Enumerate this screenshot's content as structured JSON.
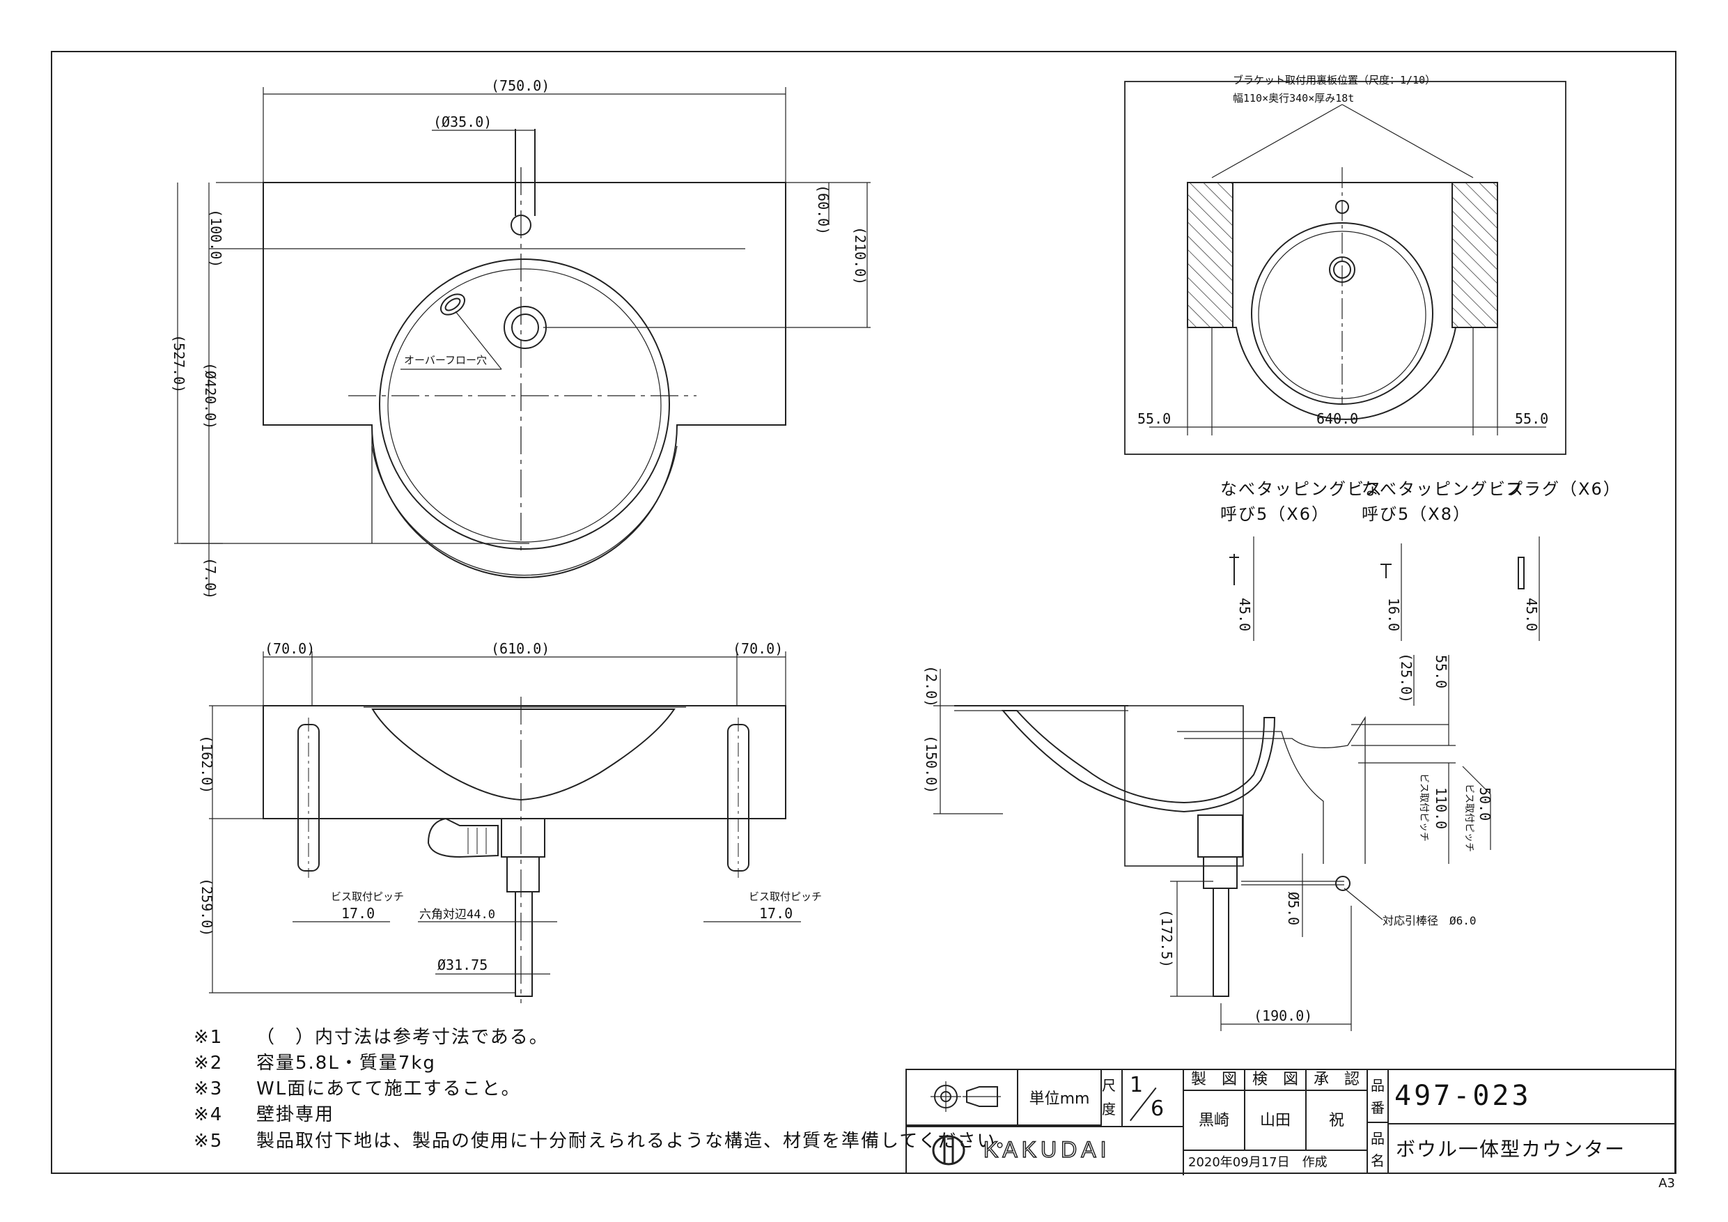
{
  "dimensions": {
    "top_width": "(750.0)",
    "faucet_hole": "(Ø35.0)",
    "depth_100": "(100.0)",
    "depth_60": "(60.0)",
    "depth_210": "(210.0)",
    "total_527": "(527.0)",
    "bowl_dia": "(Ø420.0)",
    "lip_7": "(7.0)",
    "overflow_label": "オーバーフロー穴",
    "side_70_left": "(70.0)",
    "side_610": "(610.0)",
    "side_70_right": "(70.0)",
    "h_162": "(162.0)",
    "h_259": "(259.0)",
    "pitch_label_left": "ビス取付ピッチ",
    "pitch_left": "17.0",
    "pitch_label_right": "ビス取付ピッチ",
    "pitch_right": "17.0",
    "hex_label": "六角対辺44.0",
    "drain_dia": "Ø31.75",
    "sec_2": "(2.0)",
    "sec_150": "(150.0)",
    "sec_25": "(25.0)",
    "sec_55": "55.0",
    "sec_110_label": "ビス取付ピッチ",
    "sec_110": "110.0",
    "sec_50_label": "ビス取付ピッチ",
    "sec_50": "50.0",
    "sec_172": "(172.5)",
    "sec_5": "Ø5.0",
    "sec_190": "(190.0)",
    "rod_label": "対応引棒径　Ø6.0",
    "bracket_title": "ブラケット取付用裏板位置（尺度：1/10）",
    "bracket_size": "幅110×奥行340×厚み18t",
    "br_55_left": "55.0",
    "br_640": "640.0",
    "br_55_right": "55.0",
    "screw_45": "45.0",
    "screw_16": "16.0",
    "plug_45": "45.0"
  },
  "parts": {
    "p1_line1": "なべタッピングビス",
    "p1_line2": "呼び5（X6）",
    "p2_line1": "なべタッピングビス",
    "p2_line2": "呼び5（X8）",
    "p3_line1": "プラグ（X6）"
  },
  "notes": [
    {
      "mark": "※1",
      "text": "（　）内寸法は参考寸法である。"
    },
    {
      "mark": "※2",
      "text": "容量5.8L・質量7kg"
    },
    {
      "mark": "※3",
      "text": "WL面にあてて施工すること。"
    },
    {
      "mark": "※4",
      "text": "壁掛専用"
    },
    {
      "mark": "※5",
      "text": "製品取付下地は、製品の使用に十分耐えられるような構造、材質を準備してください。"
    }
  ],
  "title_block": {
    "unit_label": "単位mm",
    "scale_label_1": "尺",
    "scale_label_2": "度",
    "scale_num": "1",
    "scale_den": "6",
    "h_draw": "製　図",
    "h_check": "検　図",
    "h_approve": "承　認",
    "drawer": "黒崎",
    "checker": "山田",
    "approver": "祝",
    "date": "2020年09月17日　作成",
    "no_label_1": "品",
    "no_label_2": "番",
    "part_no": "497-023",
    "name_label_1": "品",
    "name_label_2": "名",
    "part_name": "ボウル一体型カウンター",
    "brand": "KAKUDAI"
  },
  "sheet_size": "A3"
}
